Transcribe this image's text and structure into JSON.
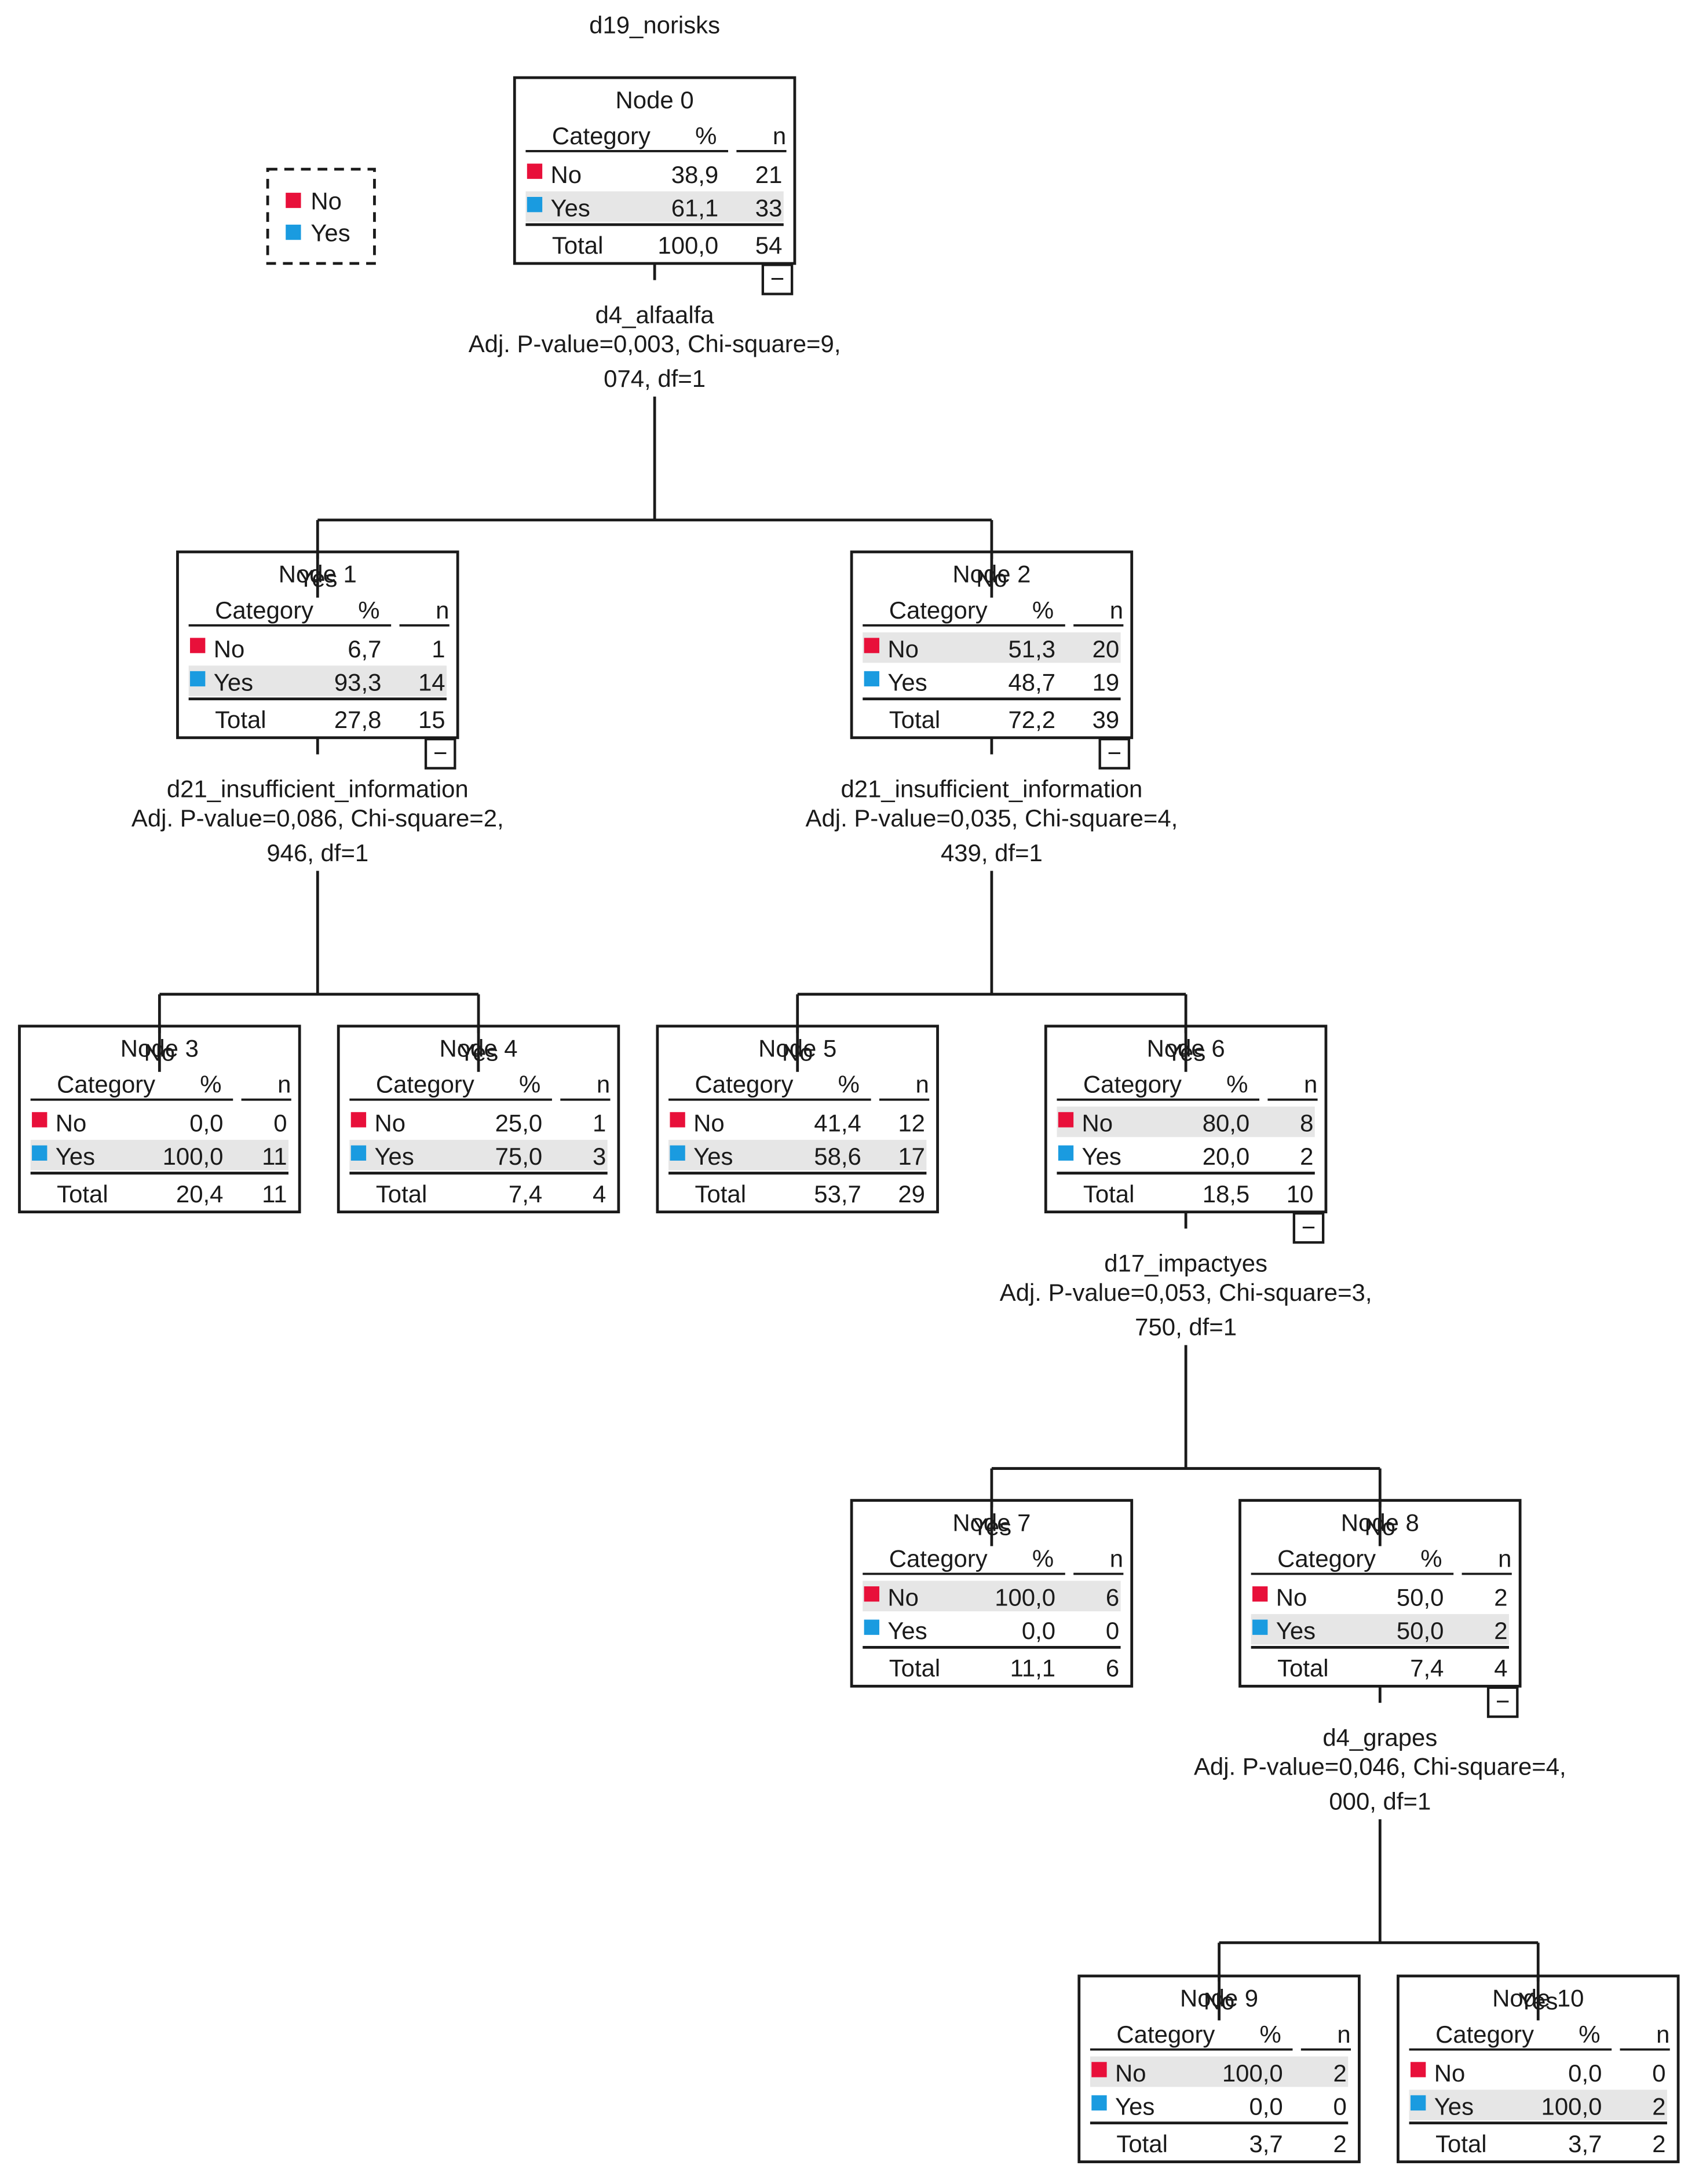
{
  "title": "d19_norisks",
  "colors": {
    "no": "#e8103a",
    "yes": "#1a9be0",
    "highlight": "#e6e6e6",
    "ink": "#1a1a1a"
  },
  "legend": [
    {
      "label": "No",
      "color": "#e8103a"
    },
    {
      "label": "Yes",
      "color": "#1a9be0"
    }
  ],
  "table_headers": {
    "category": "Category",
    "percent": "%",
    "n": "n",
    "total": "Total"
  },
  "collapse_glyph": "−",
  "nodes": [
    {
      "id": "node0",
      "title": "Node 0",
      "rows": [
        {
          "label": "No",
          "pct": "38,9",
          "n": "21"
        },
        {
          "label": "Yes",
          "pct": "61,1",
          "n": "33"
        }
      ],
      "total": {
        "pct": "100,0",
        "n": "54"
      },
      "highlight": 1,
      "collapse": true
    },
    {
      "id": "node1",
      "title": "Node 1",
      "rows": [
        {
          "label": "No",
          "pct": "6,7",
          "n": "1"
        },
        {
          "label": "Yes",
          "pct": "93,3",
          "n": "14"
        }
      ],
      "total": {
        "pct": "27,8",
        "n": "15"
      },
      "highlight": 1,
      "collapse": true
    },
    {
      "id": "node2",
      "title": "Node 2",
      "rows": [
        {
          "label": "No",
          "pct": "51,3",
          "n": "20"
        },
        {
          "label": "Yes",
          "pct": "48,7",
          "n": "19"
        }
      ],
      "total": {
        "pct": "72,2",
        "n": "39"
      },
      "highlight": 0,
      "collapse": true
    },
    {
      "id": "node3",
      "title": "Node 3",
      "rows": [
        {
          "label": "No",
          "pct": "0,0",
          "n": "0"
        },
        {
          "label": "Yes",
          "pct": "100,0",
          "n": "11"
        }
      ],
      "total": {
        "pct": "20,4",
        "n": "11"
      },
      "highlight": 1,
      "collapse": false
    },
    {
      "id": "node4",
      "title": "Node 4",
      "rows": [
        {
          "label": "No",
          "pct": "25,0",
          "n": "1"
        },
        {
          "label": "Yes",
          "pct": "75,0",
          "n": "3"
        }
      ],
      "total": {
        "pct": "7,4",
        "n": "4"
      },
      "highlight": 1,
      "collapse": false
    },
    {
      "id": "node5",
      "title": "Node 5",
      "rows": [
        {
          "label": "No",
          "pct": "41,4",
          "n": "12"
        },
        {
          "label": "Yes",
          "pct": "58,6",
          "n": "17"
        }
      ],
      "total": {
        "pct": "53,7",
        "n": "29"
      },
      "highlight": 1,
      "collapse": false
    },
    {
      "id": "node6",
      "title": "Node 6",
      "rows": [
        {
          "label": "No",
          "pct": "80,0",
          "n": "8"
        },
        {
          "label": "Yes",
          "pct": "20,0",
          "n": "2"
        }
      ],
      "total": {
        "pct": "18,5",
        "n": "10"
      },
      "highlight": 0,
      "collapse": true
    },
    {
      "id": "node7",
      "title": "Node 7",
      "rows": [
        {
          "label": "No",
          "pct": "100,0",
          "n": "6"
        },
        {
          "label": "Yes",
          "pct": "0,0",
          "n": "0"
        }
      ],
      "total": {
        "pct": "11,1",
        "n": "6"
      },
      "highlight": 0,
      "collapse": false
    },
    {
      "id": "node8",
      "title": "Node 8",
      "rows": [
        {
          "label": "No",
          "pct": "50,0",
          "n": "2"
        },
        {
          "label": "Yes",
          "pct": "50,0",
          "n": "2"
        }
      ],
      "total": {
        "pct": "7,4",
        "n": "4"
      },
      "highlight": 1,
      "collapse": true
    },
    {
      "id": "node9",
      "title": "Node 9",
      "rows": [
        {
          "label": "No",
          "pct": "100,0",
          "n": "2"
        },
        {
          "label": "Yes",
          "pct": "0,0",
          "n": "0"
        }
      ],
      "total": {
        "pct": "3,7",
        "n": "2"
      },
      "highlight": 0,
      "collapse": false
    },
    {
      "id": "node10",
      "title": "Node 10",
      "rows": [
        {
          "label": "No",
          "pct": "0,0",
          "n": "0"
        },
        {
          "label": "Yes",
          "pct": "100,0",
          "n": "2"
        }
      ],
      "total": {
        "pct": "3,7",
        "n": "2"
      },
      "highlight": 1,
      "collapse": false
    }
  ],
  "splits": [
    {
      "parent": "node0",
      "variable": "d4_alfaalfa",
      "stats": [
        "Adj. P-value=0,003, Chi-square=9,",
        "074, df=1"
      ],
      "branches": [
        {
          "label": "Yes",
          "child": "node1"
        },
        {
          "label": "No",
          "child": "node2"
        }
      ]
    },
    {
      "parent": "node1",
      "variable": "d21_insufficient_information",
      "stats": [
        "Adj. P-value=0,086, Chi-square=2,",
        "946, df=1"
      ],
      "branches": [
        {
          "label": "No",
          "child": "node3"
        },
        {
          "label": "Yes",
          "child": "node4"
        }
      ]
    },
    {
      "parent": "node2",
      "variable": "d21_insufficient_information",
      "stats": [
        "Adj. P-value=0,035, Chi-square=4,",
        "439, df=1"
      ],
      "branches": [
        {
          "label": "No",
          "child": "node5"
        },
        {
          "label": "Yes",
          "child": "node6"
        }
      ]
    },
    {
      "parent": "node6",
      "variable": "d17_impactyes",
      "stats": [
        "Adj. P-value=0,053, Chi-square=3,",
        "750, df=1"
      ],
      "branches": [
        {
          "label": "Yes",
          "child": "node7"
        },
        {
          "label": "No",
          "child": "node8"
        }
      ]
    },
    {
      "parent": "node8",
      "variable": "d4_grapes",
      "stats": [
        "Adj. P-value=0,046, Chi-square=4,",
        "000, df=1"
      ],
      "branches": [
        {
          "label": "No",
          "child": "node9"
        },
        {
          "label": "Yes",
          "child": "node10"
        }
      ]
    }
  ]
}
